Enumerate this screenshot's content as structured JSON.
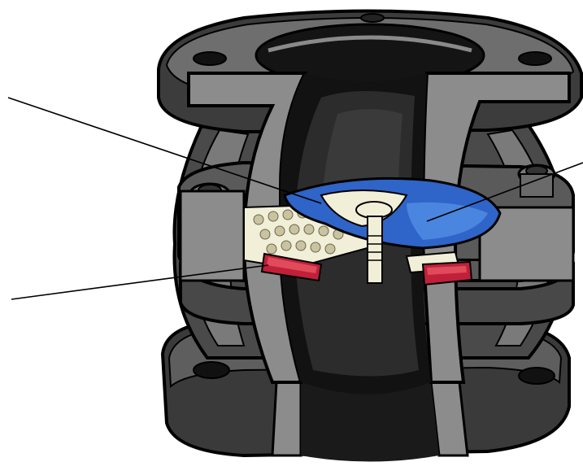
{
  "diagram": {
    "subject": "cutaway-flanged-check-valve",
    "leader_lines": [
      {
        "id": "upper-left"
      },
      {
        "id": "lower-left"
      },
      {
        "id": "right"
      }
    ],
    "colors": {
      "background": "#ffffff",
      "body_dark": "#3a3a3a",
      "body_mid": "#6b6b6b",
      "body_light": "#9a9a9a",
      "cut_face": "#8c8c8c",
      "outline": "#000000",
      "disc_blue": "#2f64c8",
      "disc_highlight": "#4a86e0",
      "seat_cream": "#f2efd8",
      "gasket_red": "#c0203a",
      "leader_line": "#000000"
    }
  }
}
